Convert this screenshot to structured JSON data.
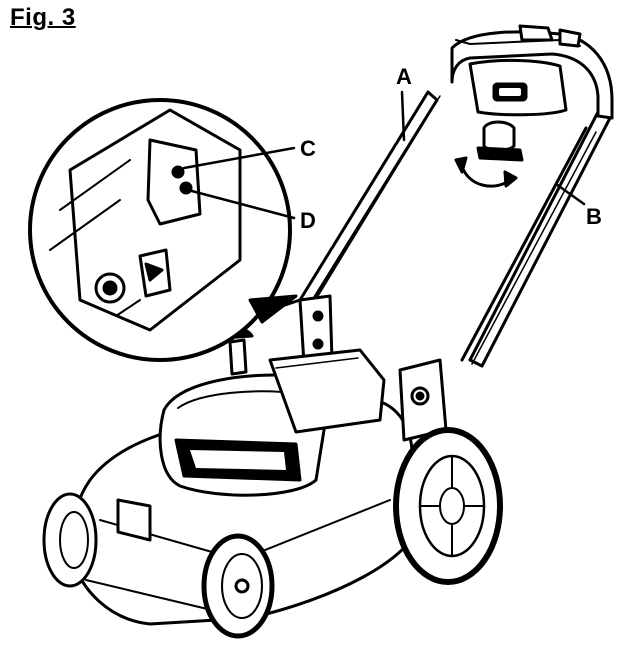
{
  "figure": {
    "title": "Fig. 3",
    "callouts": [
      {
        "id": "A",
        "label": "A"
      },
      {
        "id": "B",
        "label": "B"
      },
      {
        "id": "C",
        "label": "C"
      },
      {
        "id": "D",
        "label": "D"
      }
    ],
    "handle_badge_icon": "brand-logo-badge",
    "rotation_arrow_icon": "curved-double-arrow-icon"
  }
}
